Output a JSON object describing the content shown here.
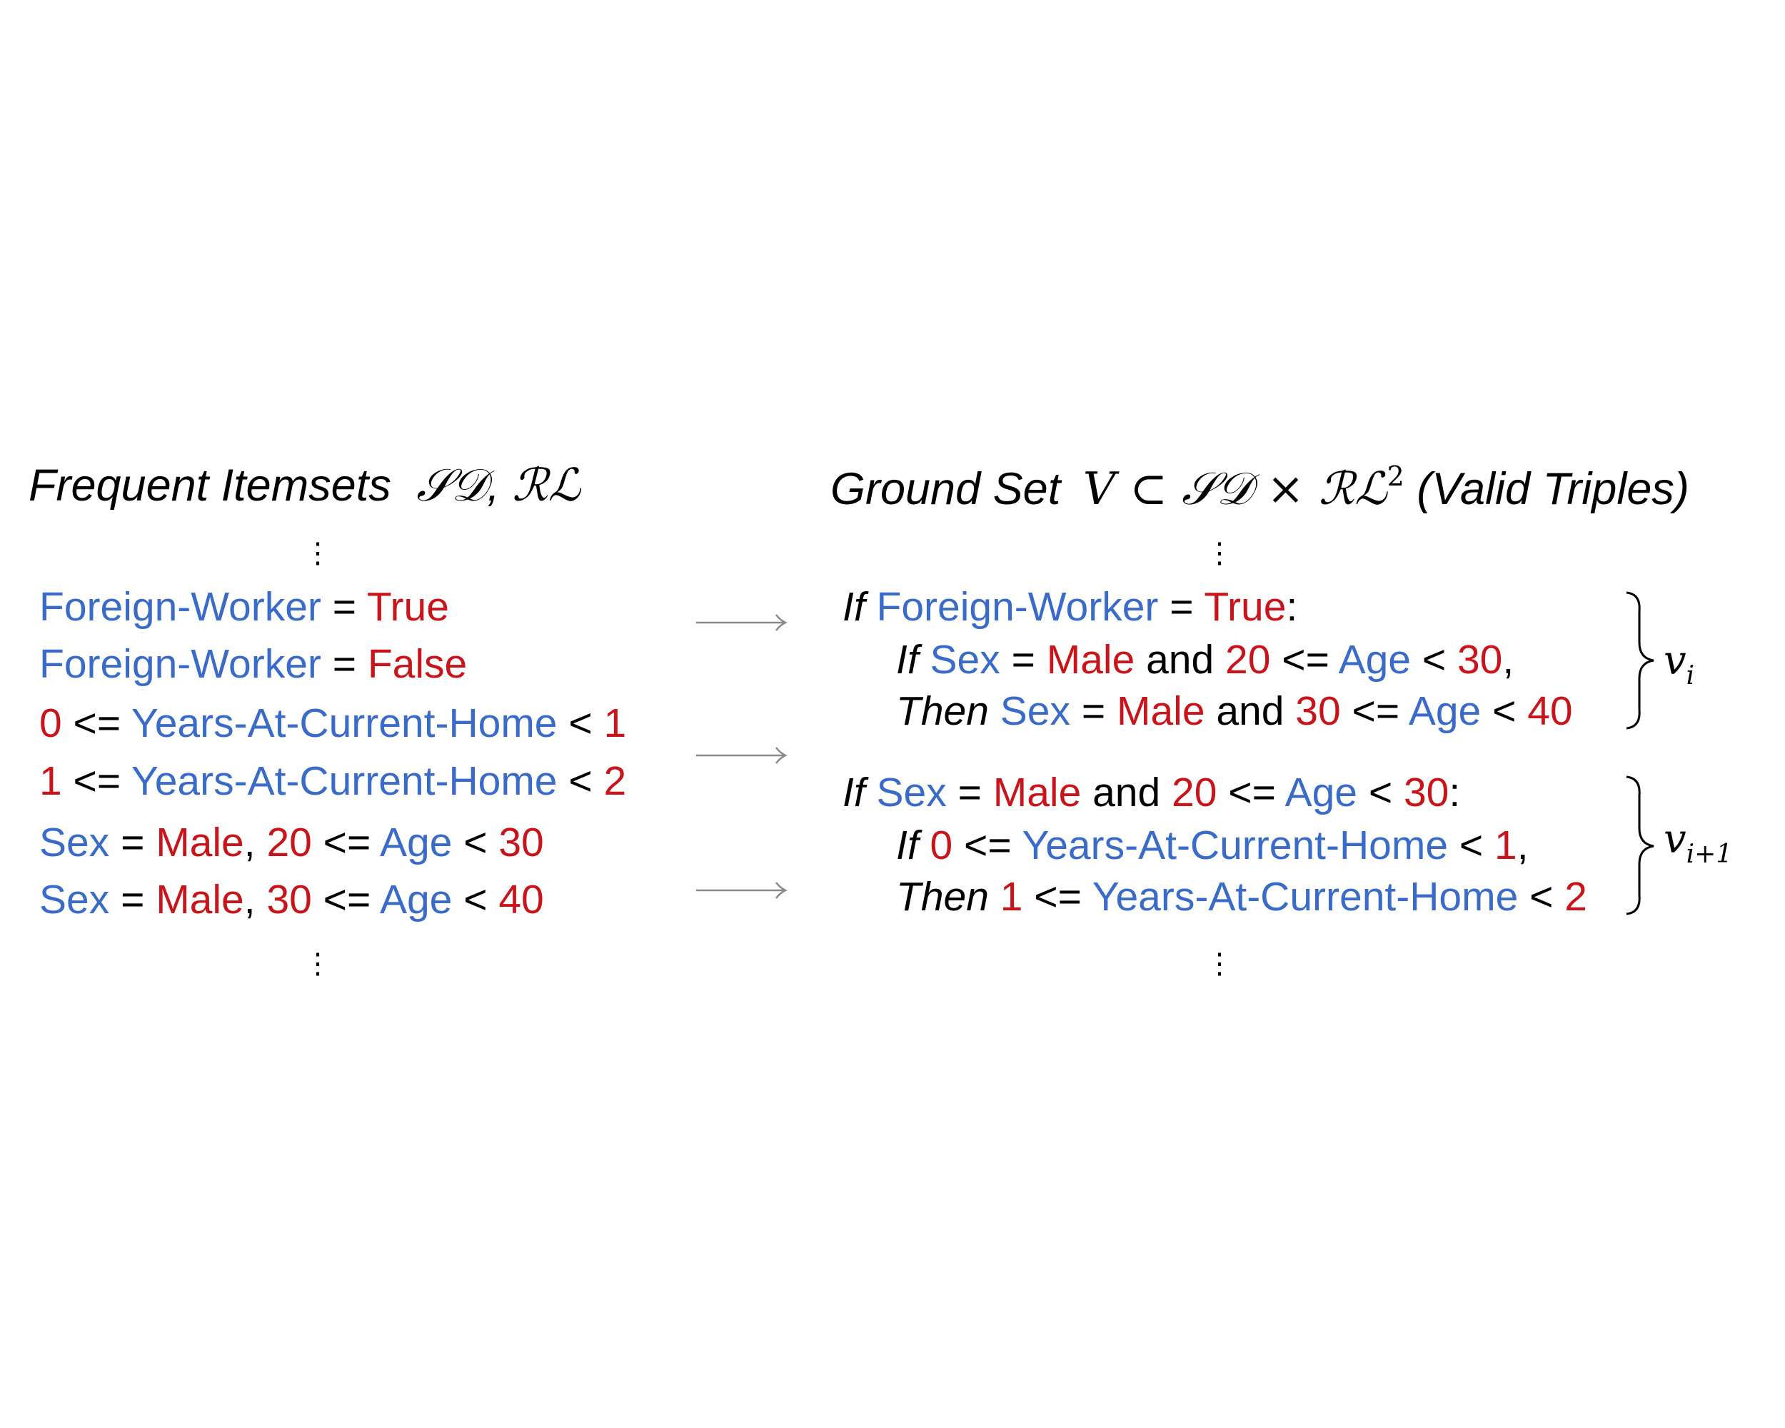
{
  "colors": {
    "attribute": "#3a6bc8",
    "value": "#c8141a",
    "text": "#000000",
    "arrow": "#8a8a8a"
  },
  "left": {
    "heading_text": "Frequent Itemsets",
    "heading_sd": "𝒮𝒟",
    "heading_sep": ", ",
    "heading_rl": "ℛℒ",
    "vdots": "⋮",
    "items": [
      {
        "segments": [
          {
            "t": "Foreign-Worker",
            "c": "attribute"
          },
          {
            "t": " = ",
            "c": "text"
          },
          {
            "t": "True",
            "c": "value"
          }
        ]
      },
      {
        "segments": [
          {
            "t": "Foreign-Worker",
            "c": "attribute"
          },
          {
            "t": " = ",
            "c": "text"
          },
          {
            "t": "False",
            "c": "value"
          }
        ]
      },
      {
        "segments": [
          {
            "t": "0",
            "c": "value"
          },
          {
            "t": " <= ",
            "c": "text"
          },
          {
            "t": "Years-At-Current-Home",
            "c": "attribute"
          },
          {
            "t": " < ",
            "c": "text"
          },
          {
            "t": "1",
            "c": "value"
          }
        ]
      },
      {
        "segments": [
          {
            "t": "1",
            "c": "value"
          },
          {
            "t": " <= ",
            "c": "text"
          },
          {
            "t": "Years-At-Current-Home",
            "c": "attribute"
          },
          {
            "t": " < ",
            "c": "text"
          },
          {
            "t": "2",
            "c": "value"
          }
        ]
      },
      {
        "segments": [
          {
            "t": "Sex",
            "c": "attribute"
          },
          {
            "t": " = ",
            "c": "text"
          },
          {
            "t": "Male",
            "c": "value"
          },
          {
            "t": ", ",
            "c": "text"
          },
          {
            "t": "20",
            "c": "value"
          },
          {
            "t": " <= ",
            "c": "text"
          },
          {
            "t": "Age",
            "c": "attribute"
          },
          {
            "t": " < ",
            "c": "text"
          },
          {
            "t": "30",
            "c": "value"
          }
        ]
      },
      {
        "segments": [
          {
            "t": "Sex",
            "c": "attribute"
          },
          {
            "t": " = ",
            "c": "text"
          },
          {
            "t": "Male",
            "c": "value"
          },
          {
            "t": ", ",
            "c": "text"
          },
          {
            "t": "30",
            "c": "value"
          },
          {
            "t": " <= ",
            "c": "text"
          },
          {
            "t": "Age",
            "c": "attribute"
          },
          {
            "t": " < ",
            "c": "text"
          },
          {
            "t": "40",
            "c": "value"
          }
        ]
      }
    ]
  },
  "right": {
    "heading_text": "Ground Set",
    "heading_v": "V",
    "heading_subset": " ⊂ ",
    "heading_sd": "𝒮𝒟",
    "heading_times": " × ",
    "heading_rl": "ℛℒ",
    "heading_sup": "2",
    "heading_tail": " (Valid Triples)",
    "vdots": "⋮",
    "triples": [
      {
        "label_main": "v",
        "label_sub": "i",
        "lines": [
          {
            "segments": [
              {
                "t": "If ",
                "c": "keyword"
              },
              {
                "t": "Foreign-Worker",
                "c": "attribute"
              },
              {
                "t": " = ",
                "c": "text"
              },
              {
                "t": "True",
                "c": "value"
              },
              {
                "t": ":",
                "c": "text"
              }
            ]
          },
          {
            "segments": [
              {
                "t": "If ",
                "c": "keyword"
              },
              {
                "t": "Sex",
                "c": "attribute"
              },
              {
                "t": " = ",
                "c": "text"
              },
              {
                "t": "Male",
                "c": "value"
              },
              {
                "t": " and ",
                "c": "text"
              },
              {
                "t": "20",
                "c": "value"
              },
              {
                "t": " <= ",
                "c": "text"
              },
              {
                "t": "Age",
                "c": "attribute"
              },
              {
                "t": " < ",
                "c": "text"
              },
              {
                "t": "30",
                "c": "value"
              },
              {
                "t": ",",
                "c": "text"
              }
            ]
          },
          {
            "segments": [
              {
                "t": "Then ",
                "c": "keyword"
              },
              {
                "t": "Sex",
                "c": "attribute"
              },
              {
                "t": " = ",
                "c": "text"
              },
              {
                "t": "Male",
                "c": "value"
              },
              {
                "t": " and ",
                "c": "text"
              },
              {
                "t": "30",
                "c": "value"
              },
              {
                "t": " <= ",
                "c": "text"
              },
              {
                "t": "Age",
                "c": "attribute"
              },
              {
                "t": " < ",
                "c": "text"
              },
              {
                "t": "40",
                "c": "value"
              }
            ]
          }
        ]
      },
      {
        "label_main": "v",
        "label_sub": "i+1",
        "lines": [
          {
            "segments": [
              {
                "t": "If ",
                "c": "keyword"
              },
              {
                "t": "Sex",
                "c": "attribute"
              },
              {
                "t": " = ",
                "c": "text"
              },
              {
                "t": "Male",
                "c": "value"
              },
              {
                "t": " and ",
                "c": "text"
              },
              {
                "t": "20",
                "c": "value"
              },
              {
                "t": " <= ",
                "c": "text"
              },
              {
                "t": "Age",
                "c": "attribute"
              },
              {
                "t": " < ",
                "c": "text"
              },
              {
                "t": "30",
                "c": "value"
              },
              {
                "t": ":",
                "c": "text"
              }
            ]
          },
          {
            "segments": [
              {
                "t": "If ",
                "c": "keyword"
              },
              {
                "t": "0",
                "c": "value"
              },
              {
                "t": " <= ",
                "c": "text"
              },
              {
                "t": "Years-At-Current-Home",
                "c": "attribute"
              },
              {
                "t": " < ",
                "c": "text"
              },
              {
                "t": "1",
                "c": "value"
              },
              {
                "t": ",",
                "c": "text"
              }
            ]
          },
          {
            "segments": [
              {
                "t": "Then ",
                "c": "keyword"
              },
              {
                "t": "1",
                "c": "value"
              },
              {
                "t": " <= ",
                "c": "text"
              },
              {
                "t": "Years-At-Current-Home",
                "c": "attribute"
              },
              {
                "t": " < ",
                "c": "text"
              },
              {
                "t": "2",
                "c": "value"
              }
            ]
          }
        ]
      }
    ]
  }
}
